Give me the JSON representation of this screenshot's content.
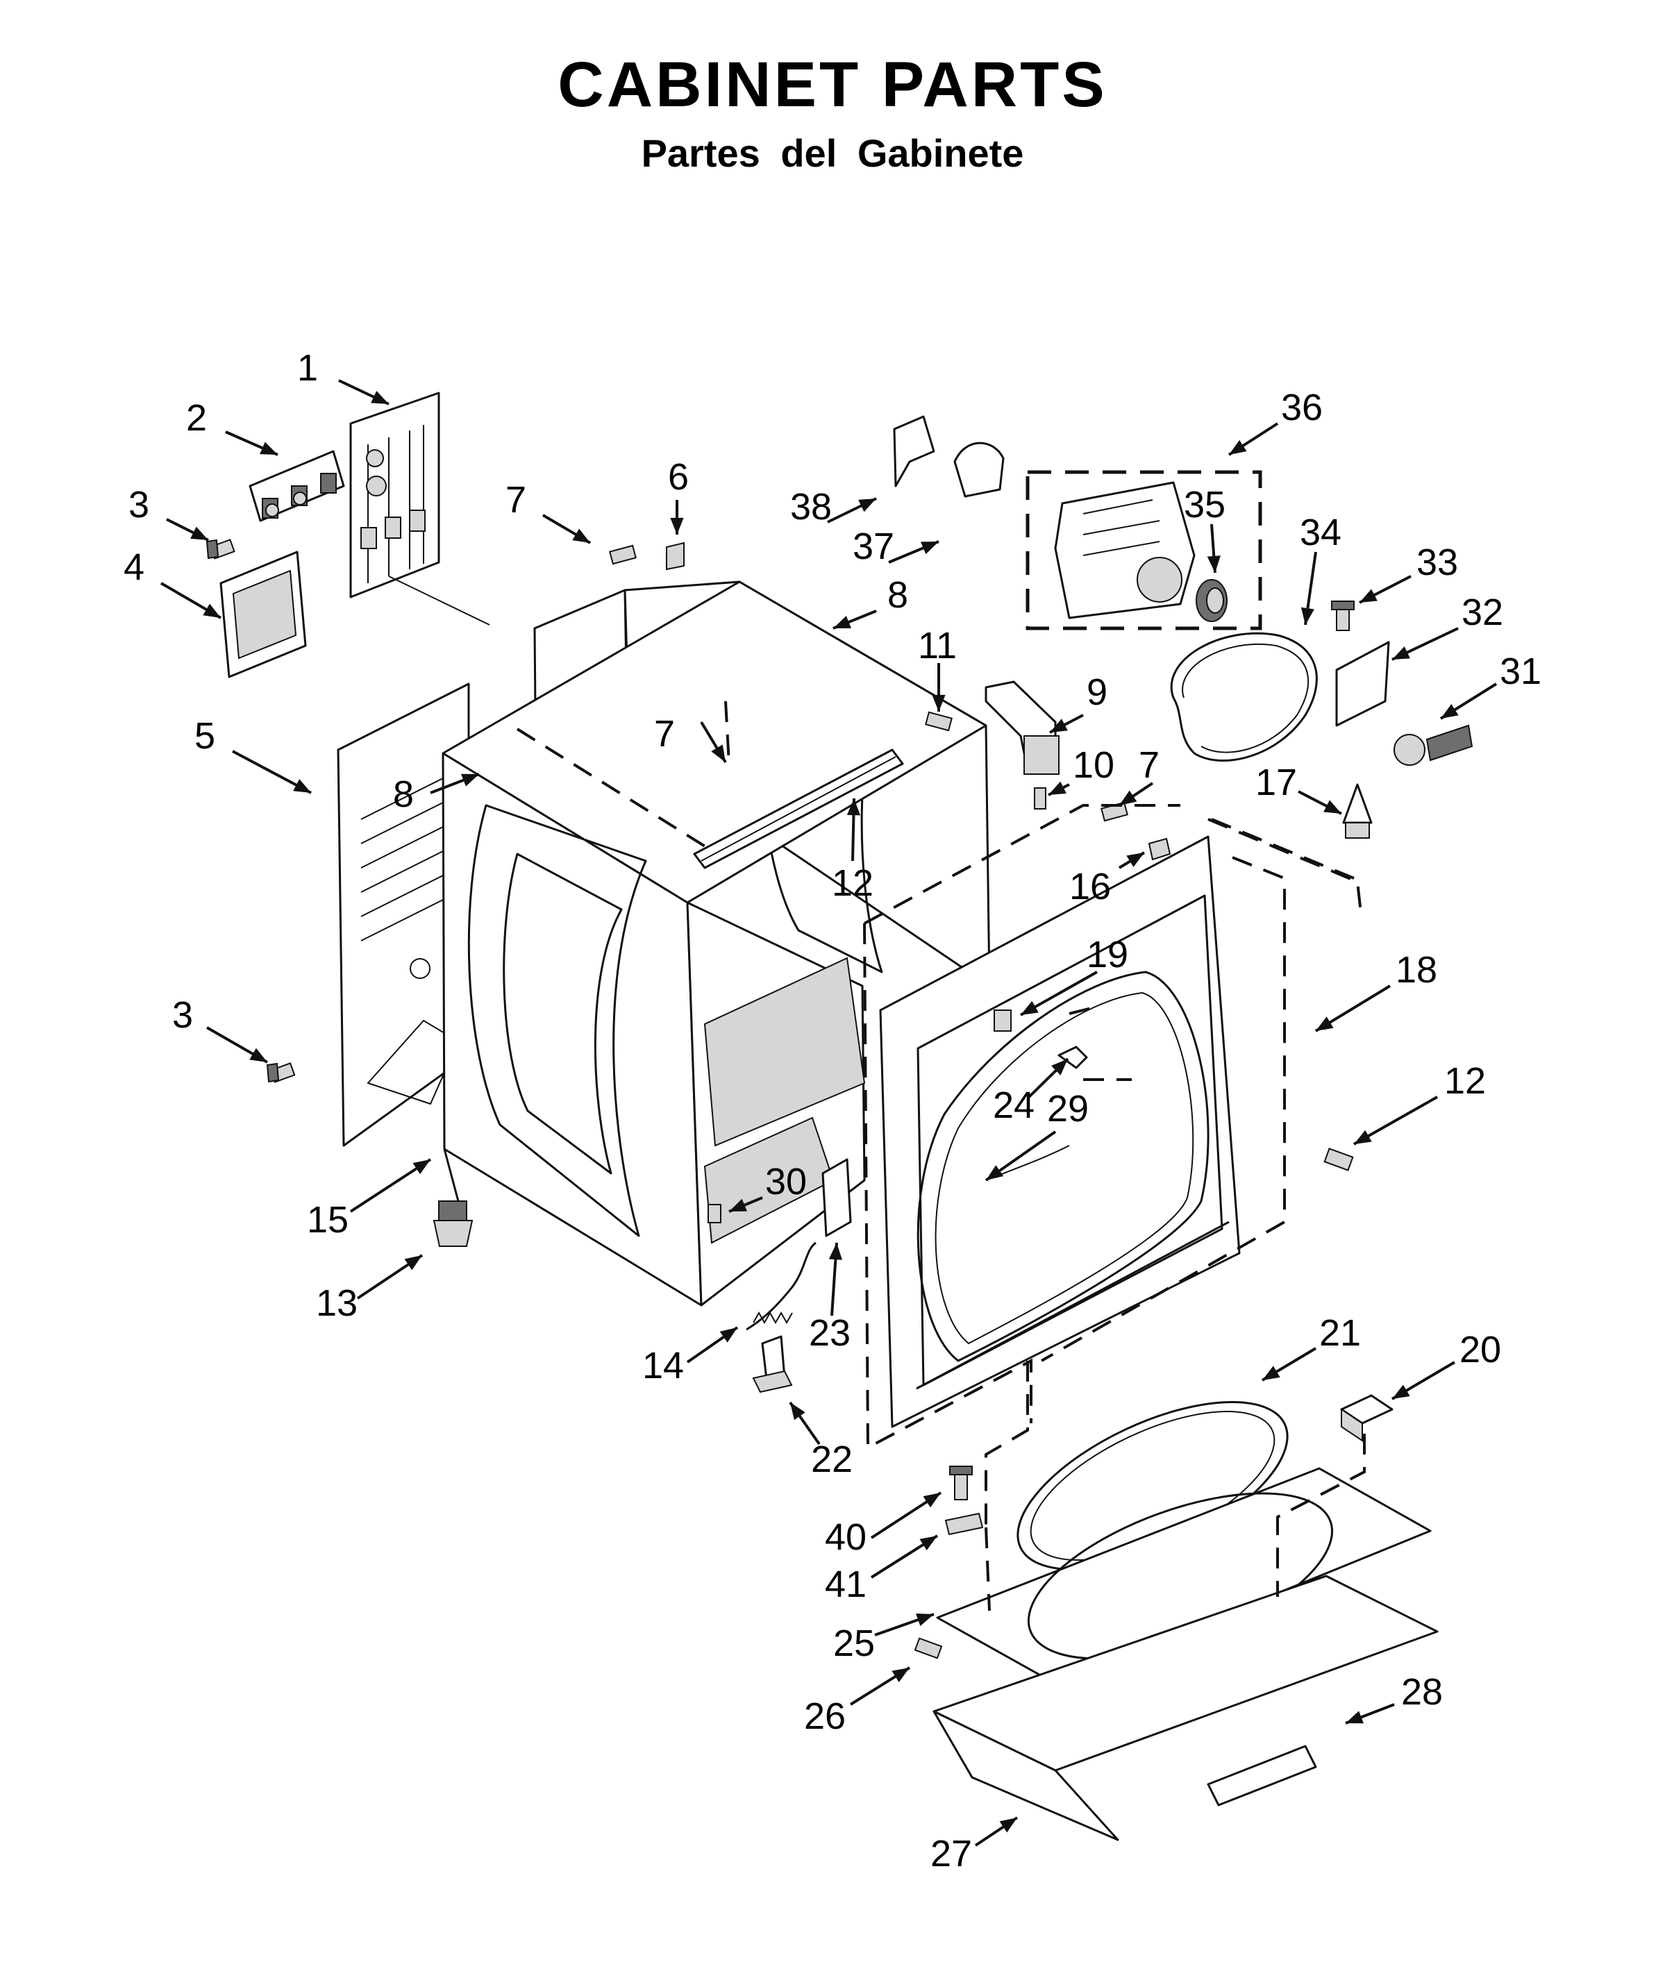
{
  "header": {
    "title": "CABINET PARTS",
    "subtitle": "Partes del Gabinete"
  },
  "callouts": [
    {
      "id": "c1",
      "label": "1"
    },
    {
      "id": "c2",
      "label": "2"
    },
    {
      "id": "c3a",
      "label": "3"
    },
    {
      "id": "c3b",
      "label": "3"
    },
    {
      "id": "c4",
      "label": "4"
    },
    {
      "id": "c5",
      "label": "5"
    },
    {
      "id": "c6",
      "label": "6"
    },
    {
      "id": "c7a",
      "label": "7"
    },
    {
      "id": "c7b",
      "label": "7"
    },
    {
      "id": "c7c",
      "label": "7"
    },
    {
      "id": "c8a",
      "label": "8"
    },
    {
      "id": "c8b",
      "label": "8"
    },
    {
      "id": "c9",
      "label": "9"
    },
    {
      "id": "c10",
      "label": "10"
    },
    {
      "id": "c11",
      "label": "11"
    },
    {
      "id": "c12a",
      "label": "12"
    },
    {
      "id": "c12b",
      "label": "12"
    },
    {
      "id": "c13",
      "label": "13"
    },
    {
      "id": "c14",
      "label": "14"
    },
    {
      "id": "c15",
      "label": "15"
    },
    {
      "id": "c16",
      "label": "16"
    },
    {
      "id": "c17",
      "label": "17"
    },
    {
      "id": "c18",
      "label": "18"
    },
    {
      "id": "c19",
      "label": "19"
    },
    {
      "id": "c20",
      "label": "20"
    },
    {
      "id": "c21",
      "label": "21"
    },
    {
      "id": "c22",
      "label": "22"
    },
    {
      "id": "c23",
      "label": "23"
    },
    {
      "id": "c24",
      "label": "24"
    },
    {
      "id": "c25",
      "label": "25"
    },
    {
      "id": "c26",
      "label": "26"
    },
    {
      "id": "c27",
      "label": "27"
    },
    {
      "id": "c28",
      "label": "28"
    },
    {
      "id": "c29",
      "label": "29"
    },
    {
      "id": "c30",
      "label": "30"
    },
    {
      "id": "c31",
      "label": "31"
    },
    {
      "id": "c32",
      "label": "32"
    },
    {
      "id": "c33",
      "label": "33"
    },
    {
      "id": "c34",
      "label": "34"
    },
    {
      "id": "c35",
      "label": "35"
    },
    {
      "id": "c36",
      "label": "36"
    },
    {
      "id": "c37",
      "label": "37"
    },
    {
      "id": "c38",
      "label": "38"
    },
    {
      "id": "c40",
      "label": "40"
    },
    {
      "id": "c41",
      "label": "41"
    }
  ]
}
